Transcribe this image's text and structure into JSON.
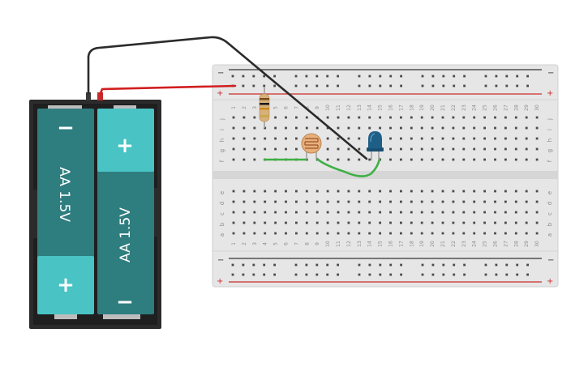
{
  "battery_pack": {
    "cells": [
      {
        "label": "AA 1.5V",
        "top_terminal": "−",
        "bottom_terminal": "+"
      },
      {
        "label": "AA 1.5V",
        "top_terminal": "+",
        "bottom_terminal": "−"
      }
    ]
  },
  "breadboard": {
    "columns": [
      "1",
      "2",
      "3",
      "4",
      "5",
      "6",
      "7",
      "8",
      "9",
      "10",
      "11",
      "12",
      "13",
      "14",
      "15",
      "16",
      "17",
      "18",
      "19",
      "20",
      "21",
      "22",
      "23",
      "24",
      "25",
      "26",
      "27",
      "28",
      "29",
      "30"
    ],
    "rows_top": [
      "j",
      "i",
      "h",
      "g",
      "f"
    ],
    "rows_bottom": [
      "e",
      "d",
      "c",
      "b",
      "a"
    ],
    "rail_minus": "−",
    "rail_plus": "+"
  },
  "components": [
    "resistor",
    "photoresistor",
    "led",
    "jumper-wire"
  ],
  "colors": {
    "board": "#e6e6e6",
    "rail_red": "#cc2b2b",
    "rail_dark": "#333333",
    "battery_case": "#2b2b2b",
    "cell_body": "#2e7d7f",
    "cell_cap": "#49c3c4",
    "wire_red": "#d11f1f",
    "wire_black": "#2b2b2b",
    "wire_green": "#3db043",
    "led": "#1e5f88"
  }
}
